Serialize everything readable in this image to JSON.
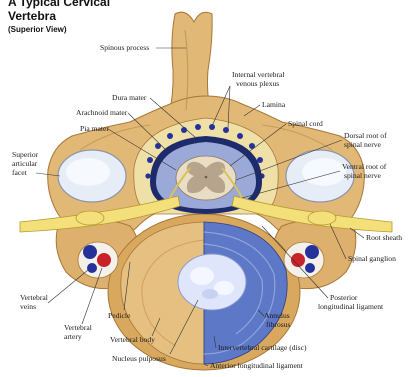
{
  "figure": {
    "title_line1": "A Typical Cervical",
    "title_line2": "Vertebra",
    "subtitle": "(Superior View)"
  },
  "labels": {
    "spinous_process": "Spinous process",
    "internal_venous_plexus_1": "Internal vertebral",
    "internal_venous_plexus_2": "venous plexus",
    "dura_mater": "Dura mater",
    "arachnoid_mater": "Arachnoid mater",
    "lamina": "Lamina",
    "pia_mater": "Pia mater",
    "spinal_cord": "Spinal cord",
    "dorsal_root_1": "Dorsal root of",
    "dorsal_root_2": "spinal nerve",
    "superior_facet_1": "Superior",
    "superior_facet_2": "articular",
    "superior_facet_3": "facet",
    "ventral_root_1": "Ventral root of",
    "ventral_root_2": "spinal nerve",
    "root_sheath": "Root sheath",
    "spinal_ganglion": "Spinal ganglion",
    "vertebral_veins_1": "Vertebral",
    "vertebral_veins_2": "veins",
    "pedicle": "Pedicle",
    "posterior_ligament_1": "Posterior",
    "posterior_ligament_2": "longitudinal ligament",
    "vertebral_artery_1": "Vertebral",
    "vertebral_artery_2": "artery",
    "vertebral_body": "Vertebral body",
    "annulus_1": "Annulus",
    "annulus_2": "fibrosus",
    "intervertebral_cartilage": "Intervertebral cartilage (disc)",
    "nucleus_pulposus": "Nucleus pulposus",
    "anterior_ligament": "Anterior longitudinal ligament"
  },
  "colors": {
    "bone": "#e2b877",
    "bone_shadow": "#b88645",
    "dura": "#1d2b6b",
    "csf_space": "#9aa9d8",
    "cord": "#e9ddc6",
    "grey_matter": "#b6a58c",
    "nerve": "#f3e07a",
    "disc_blue": "#5c78c6",
    "nucleus": "#dfe6fb",
    "artery": "#c8222a",
    "vein": "#24329a"
  }
}
